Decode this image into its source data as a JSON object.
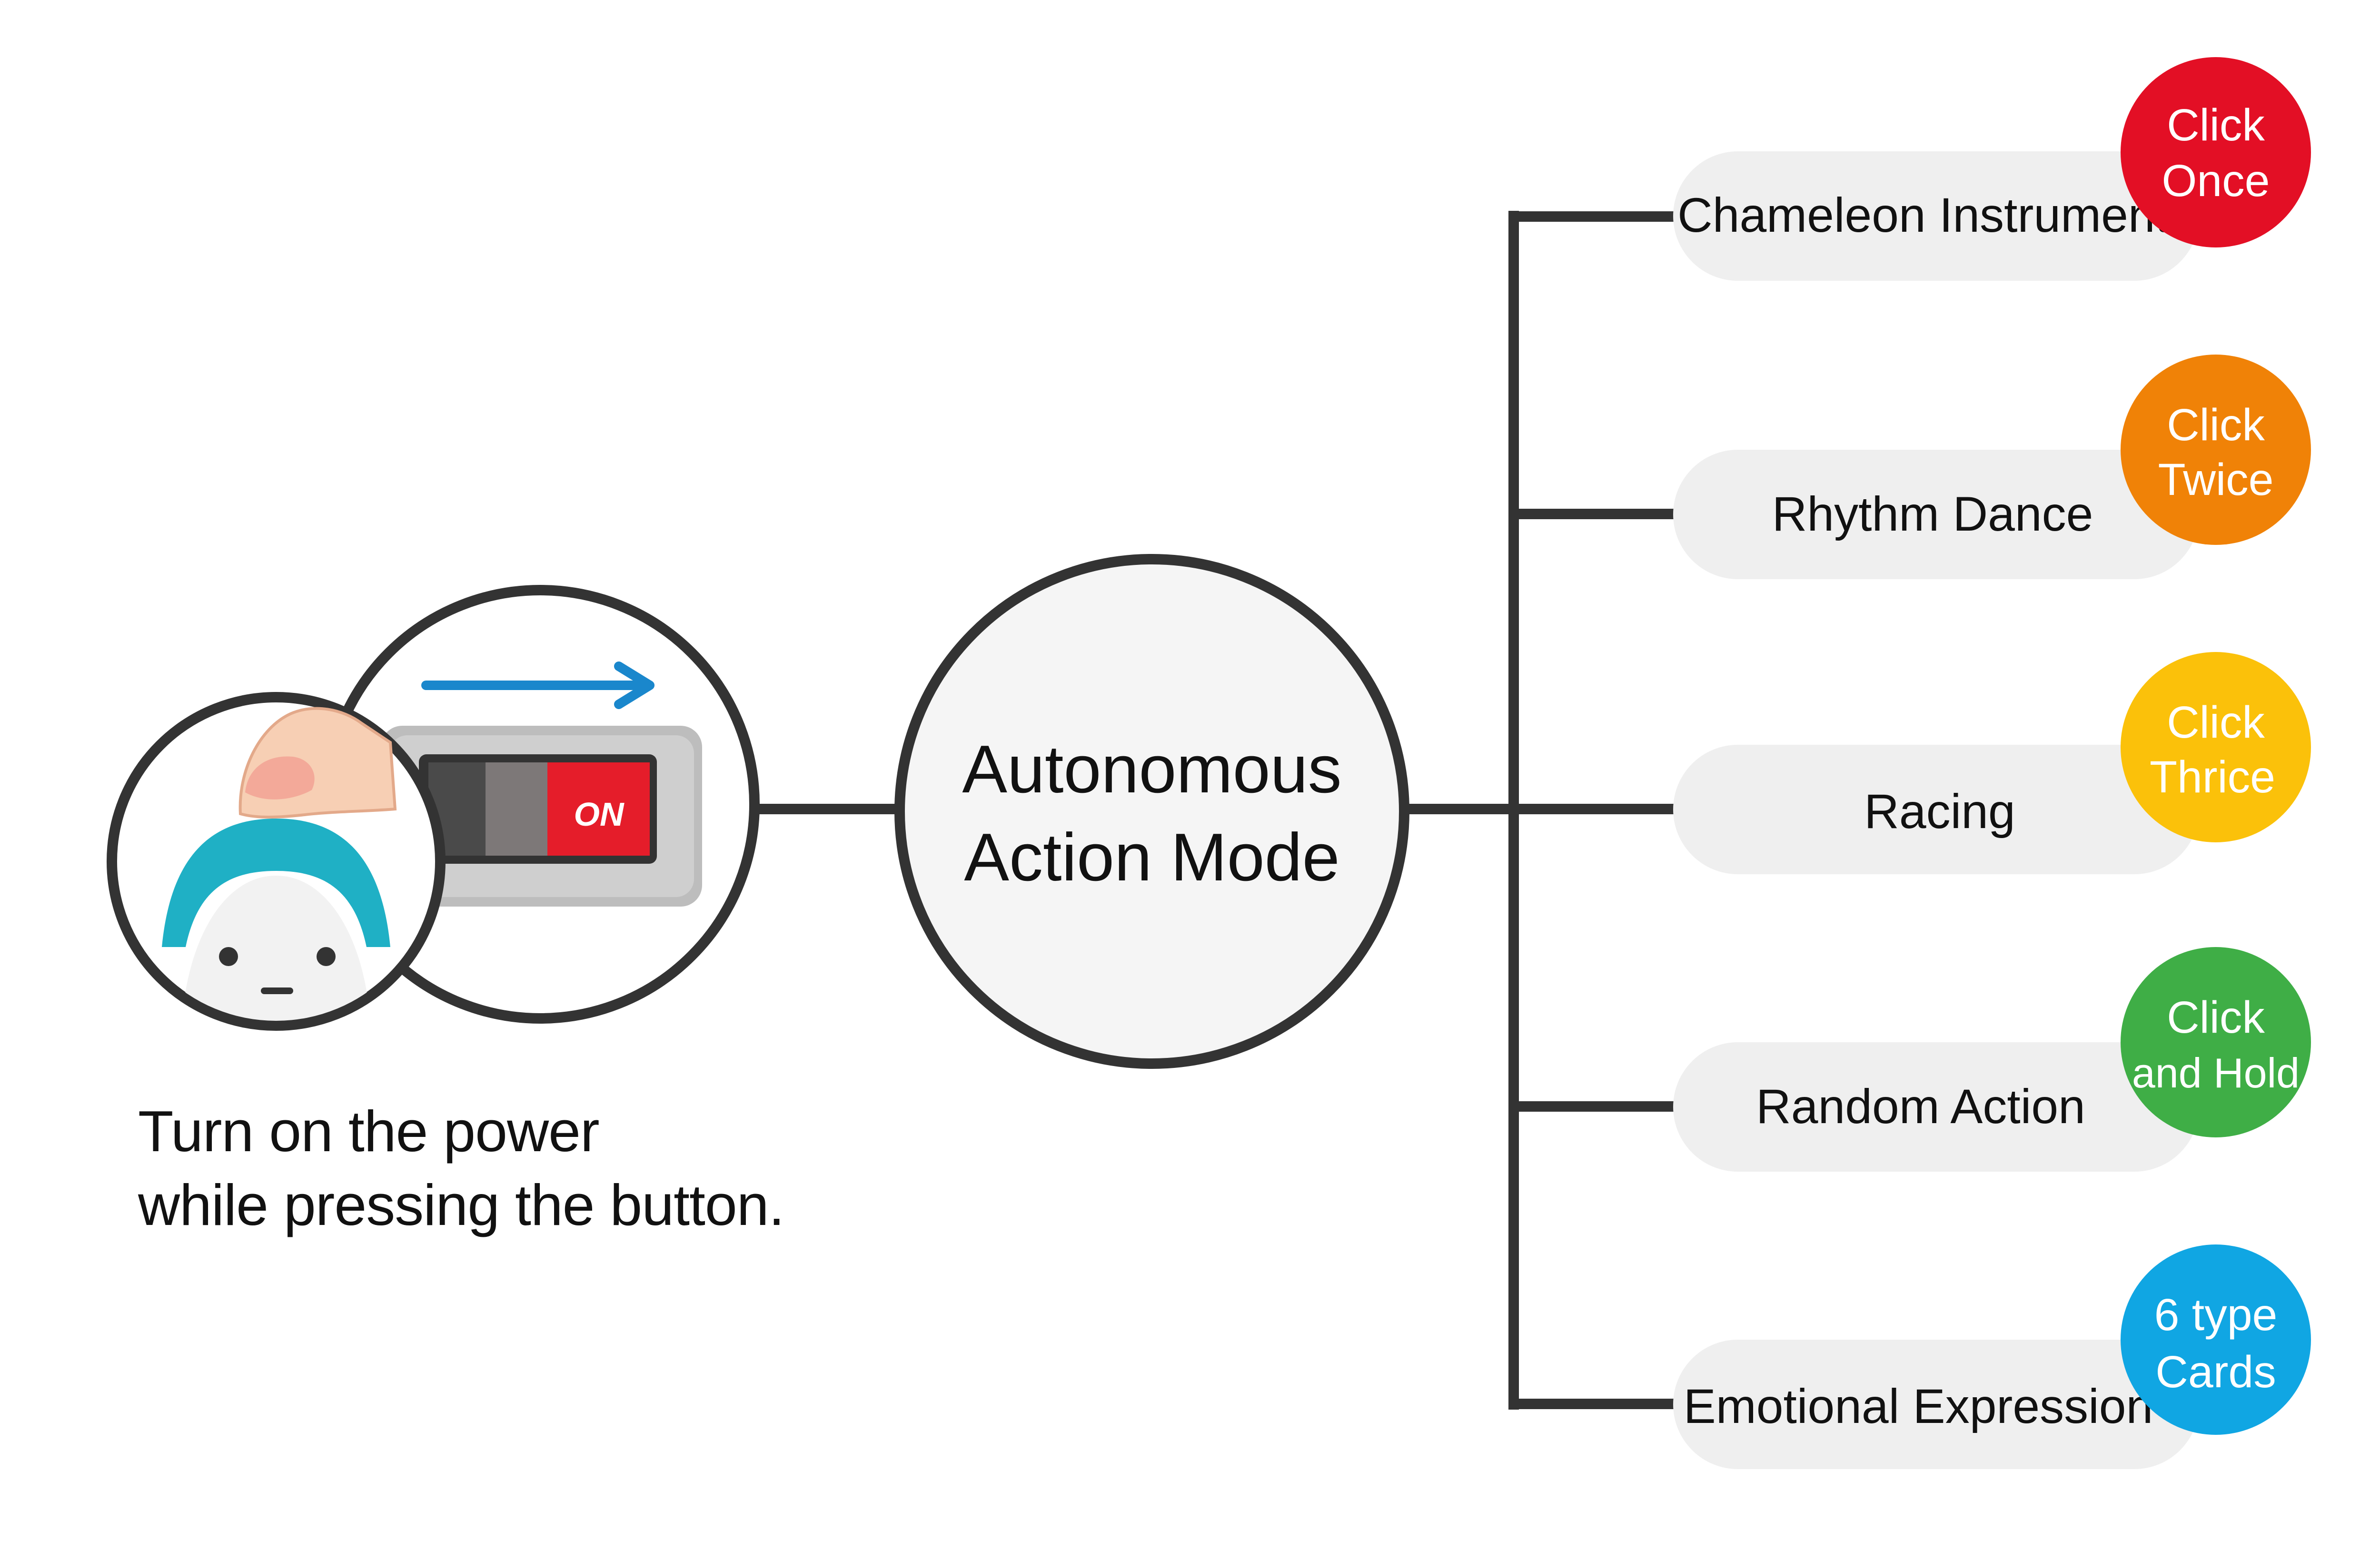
{
  "instruction": {
    "line1": "Turn on the power",
    "line2": "while pressing the button."
  },
  "switch": {
    "label": "ON"
  },
  "center": {
    "line1": "Autonomous",
    "line2": "Action Mode"
  },
  "modes": [
    {
      "label": "Chameleon Instrument",
      "badge_line1": "Click",
      "badge_line2": "Once",
      "badge_color": "#e30f25"
    },
    {
      "label": "Rhythm Dance",
      "badge_line1": "Click",
      "badge_line2": "Twice",
      "badge_color": "#f08207"
    },
    {
      "label": "Racing",
      "badge_line1": "Click",
      "badge_line2": "Thrice",
      "badge_color": "#fbc10a"
    },
    {
      "label": "Random Action",
      "badge_line1": "Click",
      "badge_line2": "and Hold",
      "badge_color": "#3fae46"
    },
    {
      "label": "Emotional Expression",
      "badge_line1": "6 type",
      "badge_line2": "Cards",
      "badge_color": "#10a6e3"
    }
  ],
  "colors": {
    "line": "#333333",
    "pill": "#efefef",
    "circle_fill": "#f5f5f5",
    "arrow": "#1a87cc",
    "robot_head": "#1fb0c5"
  }
}
